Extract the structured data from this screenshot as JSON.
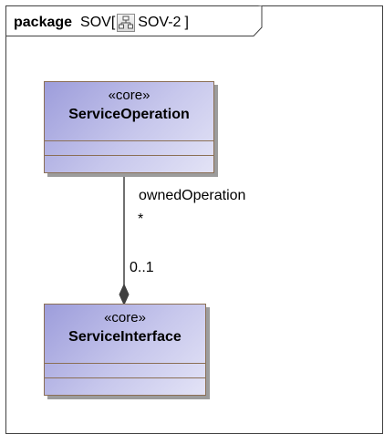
{
  "package": {
    "keyword": "package",
    "name": "SOV",
    "open_bracket": "[",
    "diagram_name": "SOV-2",
    "close_bracket": "]"
  },
  "classes": [
    {
      "stereotype": "«core»",
      "name": "ServiceOperation"
    },
    {
      "stereotype": "«core»",
      "name": "ServiceInterface"
    }
  ],
  "association": {
    "role": "ownedOperation",
    "target_multiplicity": "*",
    "source_multiplicity": "0..1",
    "kind": "composition"
  }
}
